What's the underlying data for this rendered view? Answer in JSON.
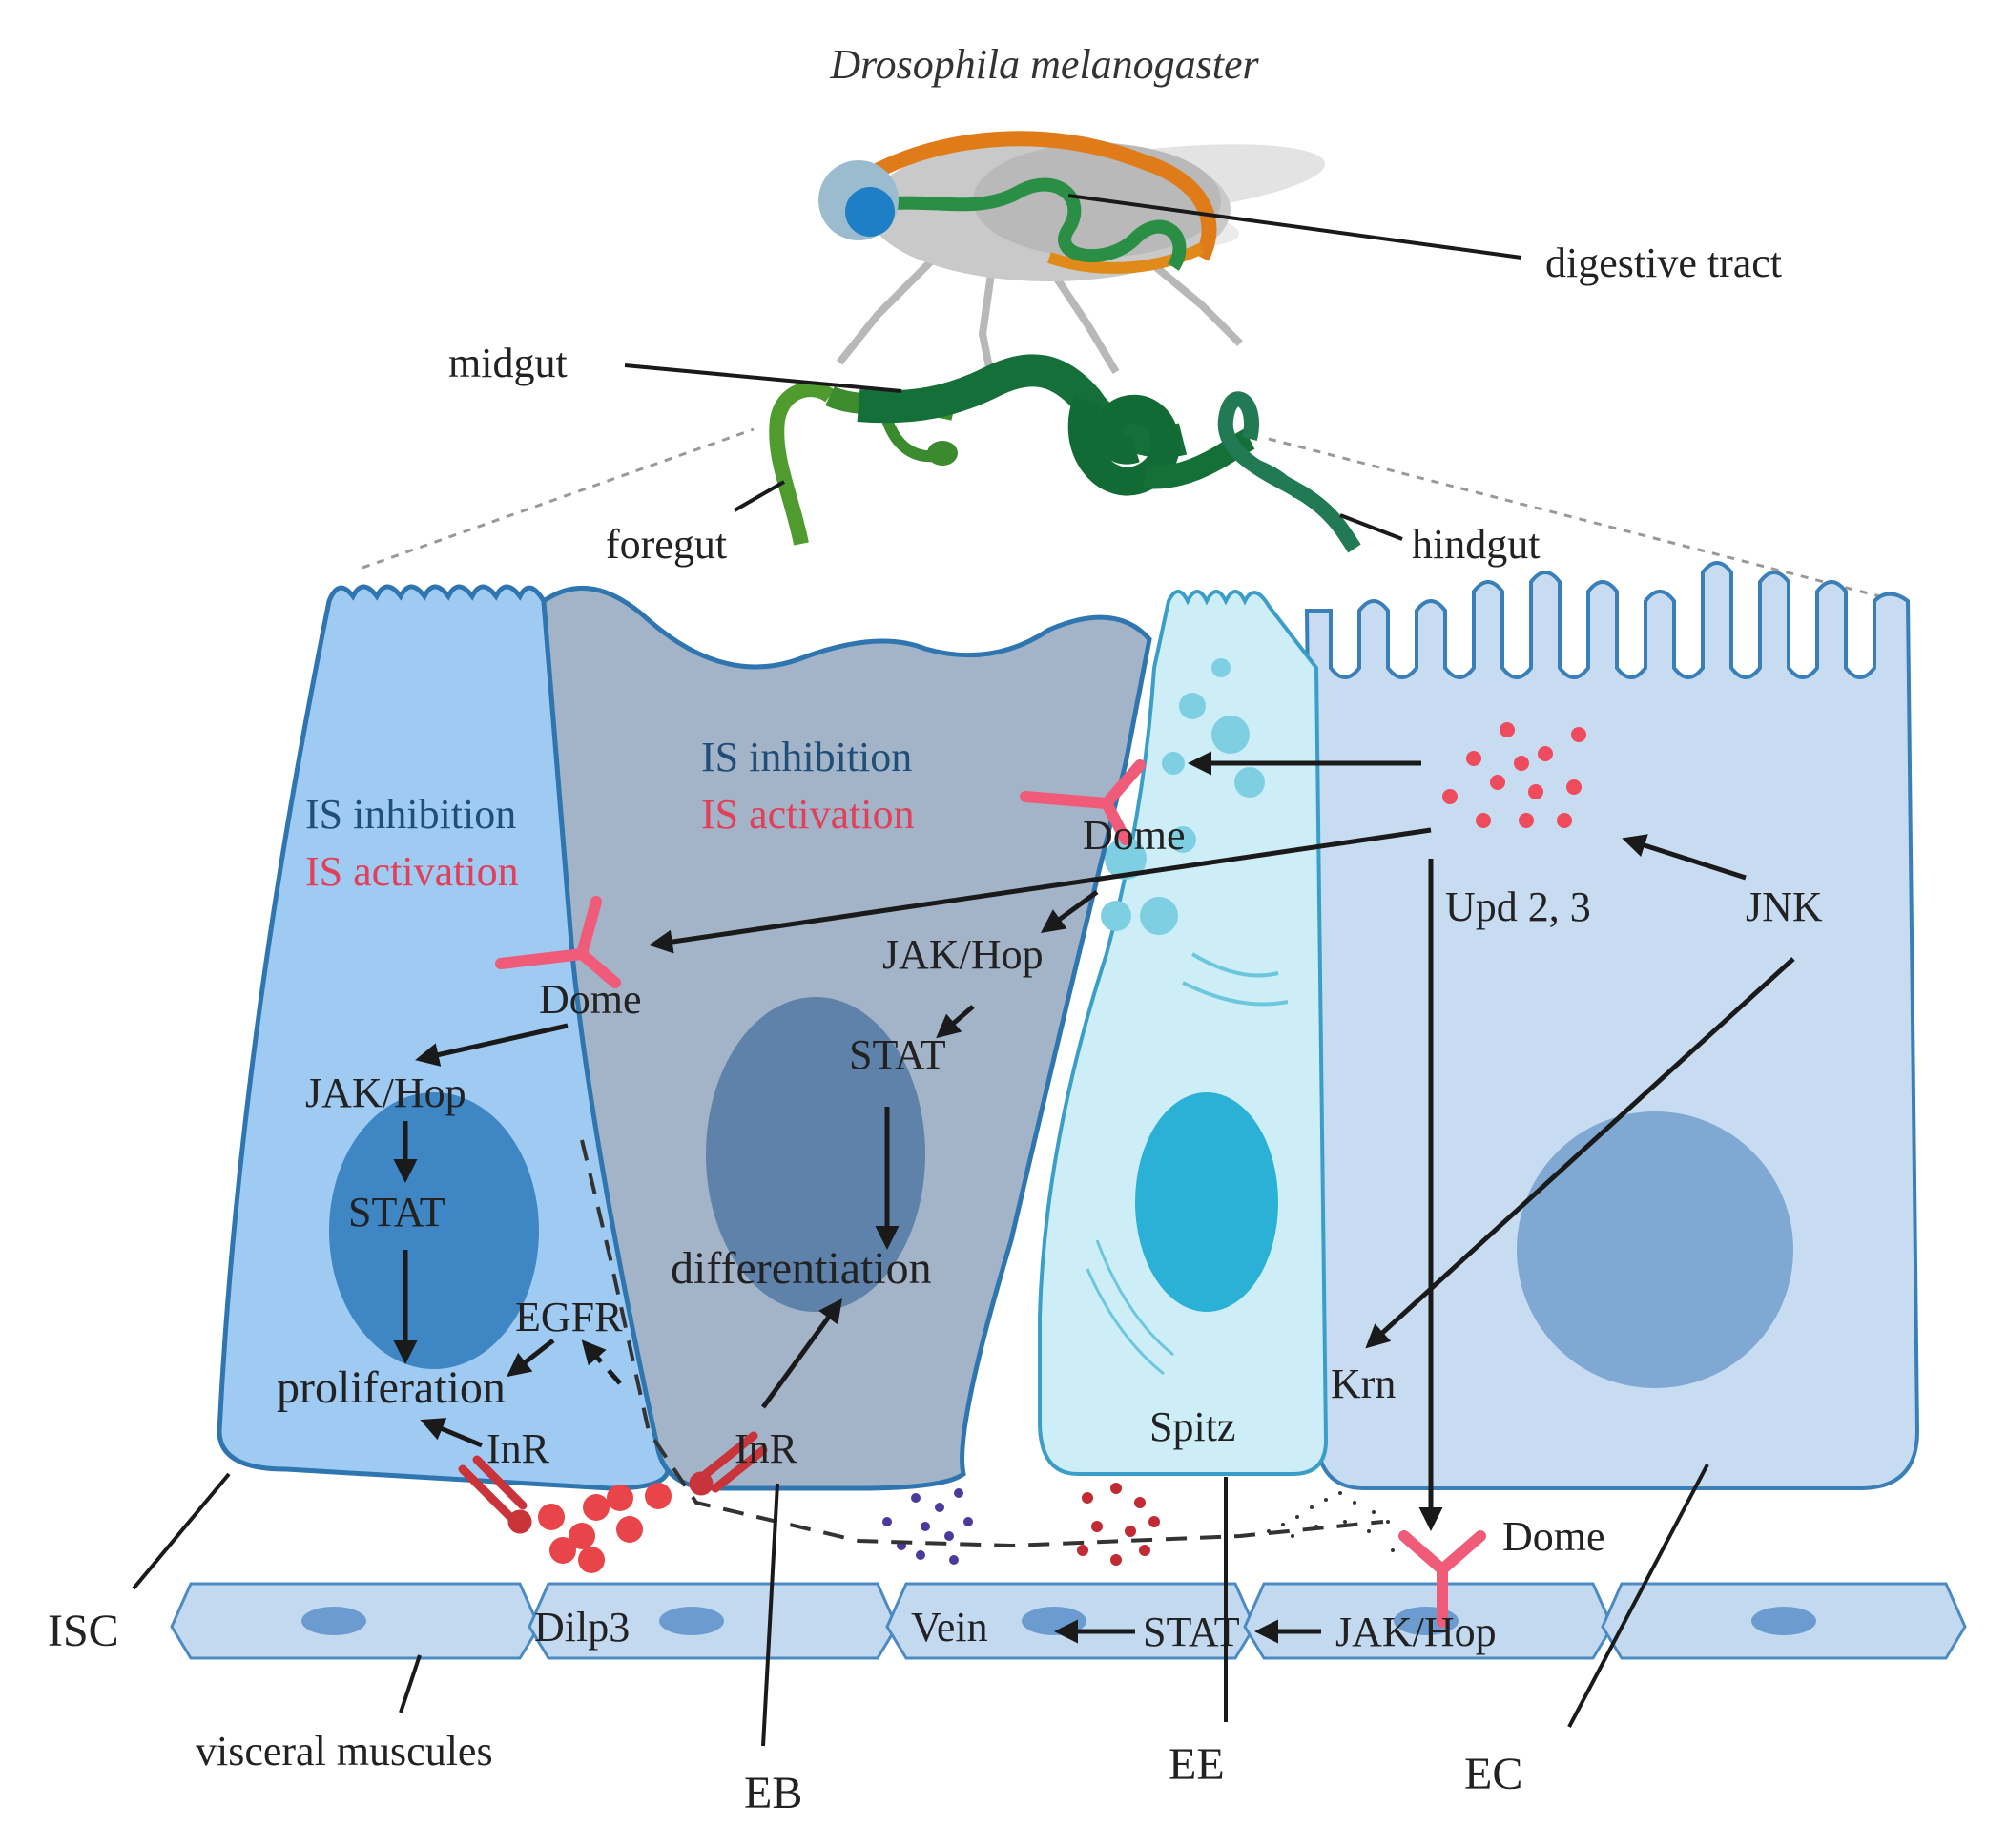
{
  "title": "Drosophila melanogaster",
  "fly_labels": {
    "digestive_tract": "digestive tract",
    "midgut": "midgut",
    "foregut": "foregut",
    "hindgut": "hindgut"
  },
  "cell_labels": {
    "isc": "ISC",
    "eb": "EB",
    "ee": "EE",
    "ec": "EC",
    "visceral_muscles": "visceral muscules"
  },
  "isc_cell": {
    "is_inhibition": "IS inhibition",
    "is_activation": "IS activation",
    "dome": "Dome",
    "jak_hop": "JAK/Hop",
    "stat": "STAT",
    "egfr": "EGFR",
    "proliferation": "proliferation",
    "inr": "InR"
  },
  "eb_cell": {
    "is_inhibition": "IS inhibition",
    "is_activation": "IS activation",
    "dome": "Dome",
    "jak_hop": "JAK/Hop",
    "stat": "STAT",
    "differentiation": "differentiation",
    "inr": "InR"
  },
  "ee_cell": {
    "spitz": "Spitz"
  },
  "ec_cell": {
    "upd": "Upd 2, 3",
    "jnk": "JNK",
    "krn": "Krn"
  },
  "muscle": {
    "dilp3": "Dilp3",
    "vein": "Vein",
    "stat": "STAT",
    "jak_hop": "JAK/Hop",
    "dome": "Dome"
  },
  "colors": {
    "isc_fill": "#9fcaf2",
    "isc_nucleus": "#3f86c5",
    "eb_fill": "#a3b4c8",
    "eb_nucleus": "#5e82aa",
    "ee_fill": "#cdeef7",
    "ee_nucleus": "#2bb0d6",
    "ec_fill": "#c8dcf1",
    "ec_nucleus": "#7fa9d2",
    "cell_stroke": "#3a7fb8",
    "receptor": "#ef5b78",
    "upd_dots": "#ee4b5c",
    "dilp_dots": "#e9444a",
    "vein_dots": "#4a3a9c",
    "gut_green": "#1f8a3e",
    "arrow": "#1a1a1a"
  }
}
